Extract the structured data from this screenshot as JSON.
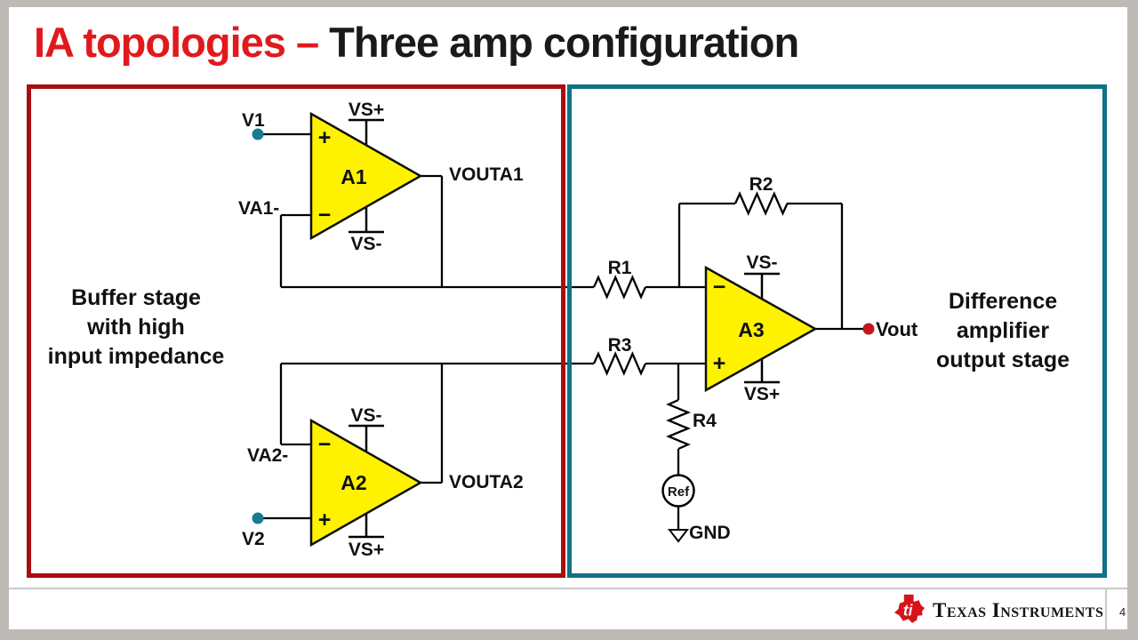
{
  "title": {
    "red_part": "IA topologies – ",
    "black_part": "Three amp configuration"
  },
  "buffer_caption": {
    "line1": "Buffer stage",
    "line2": "with high",
    "line3": "input impedance"
  },
  "difference_caption": {
    "line1": "Difference",
    "line2": "amplifier",
    "line3": "output stage"
  },
  "circuit": {
    "a1": {
      "name": "A1",
      "noninv": "+",
      "inv": "−",
      "rail_top": "VS+",
      "rail_bottom": "VS-",
      "input_pos": "V1",
      "input_neg": "VA1-",
      "output": "VOUTA1"
    },
    "a2": {
      "name": "A2",
      "noninv": "+",
      "inv": "−",
      "rail_top": "VS-",
      "rail_bottom": "VS+",
      "input_pos": "V2",
      "input_neg": "VA2-",
      "output": "VOUTA2"
    },
    "a3": {
      "name": "A3",
      "noninv": "+",
      "inv": "−",
      "rail_top": "VS-",
      "rail_bottom": "VS+",
      "output_label": "Vout"
    },
    "r1": "R1",
    "r2": "R2",
    "r3": "R3",
    "r4": "R4",
    "ref": "Ref",
    "gnd": "GND"
  },
  "footer": {
    "logo_monogram": "ti",
    "brand": "Texas Instruments",
    "page_number": "4"
  },
  "colors": {
    "title_red": "#E1191D",
    "buffer_box_red": "#A90D10",
    "buffer_text_red": "#B5151A",
    "teal_border": "#0F7287",
    "teal_text": "#19748A",
    "node_teal": "#1B7A93",
    "vout_red": "#C4161A",
    "opamp_fill": "#FFF200",
    "frame_gray": "#BEBBB6"
  }
}
